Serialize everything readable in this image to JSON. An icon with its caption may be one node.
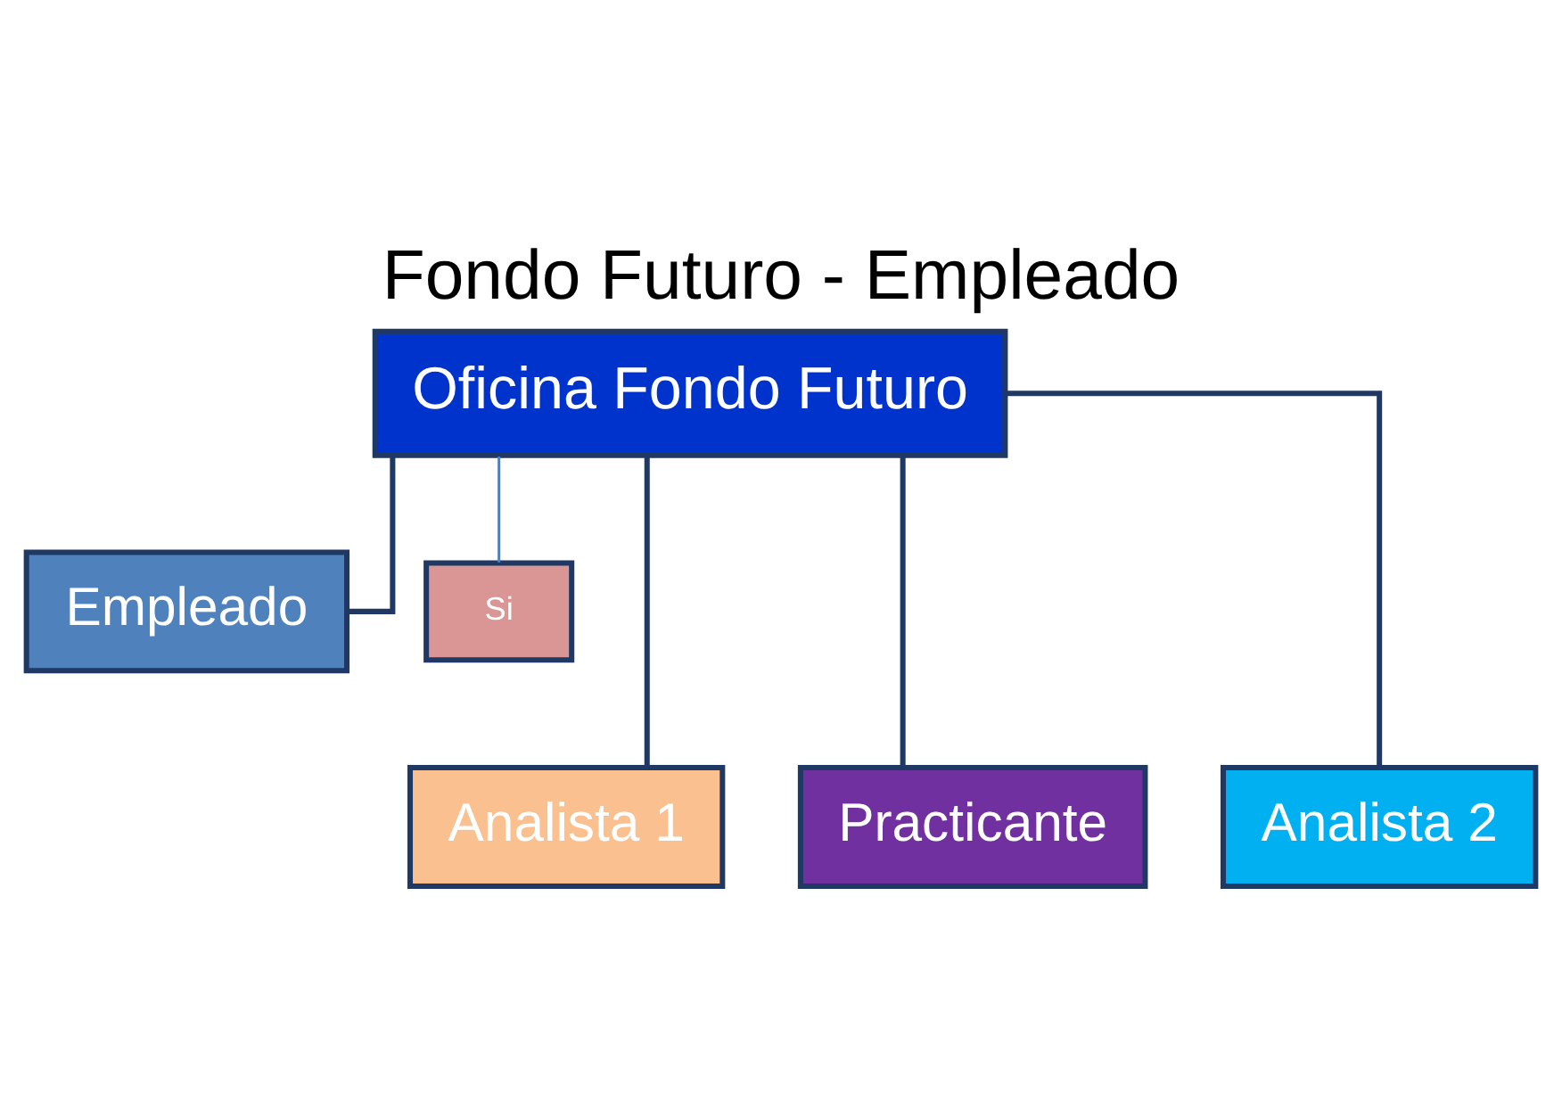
{
  "diagram": {
    "title": "Fondo Futuro - Empleado",
    "nodes": [
      {
        "text": [
          "Oficina Fondo Futuro"
        ]
      },
      {
        "text": [
          "Empleado"
        ]
      },
      {
        "text": [
          "Si"
        ]
      },
      {
        "text": [
          "Analista 1"
        ]
      },
      {
        "text": [
          "Practicante"
        ]
      },
      {
        "text": [
          "Analista 2"
        ]
      }
    ],
    "edges": [
      {
        "from": 0,
        "to": 1,
        "arrow": "none"
      },
      {
        "from": 0,
        "to": 2,
        "arrow": "none",
        "color": "#4f81bd"
      },
      {
        "from": 0,
        "to": 3,
        "arrow": "none"
      },
      {
        "from": 0,
        "to": 4,
        "arrow": "none"
      },
      {
        "from": 0,
        "to": 5,
        "arrow": "none"
      }
    ]
  }
}
